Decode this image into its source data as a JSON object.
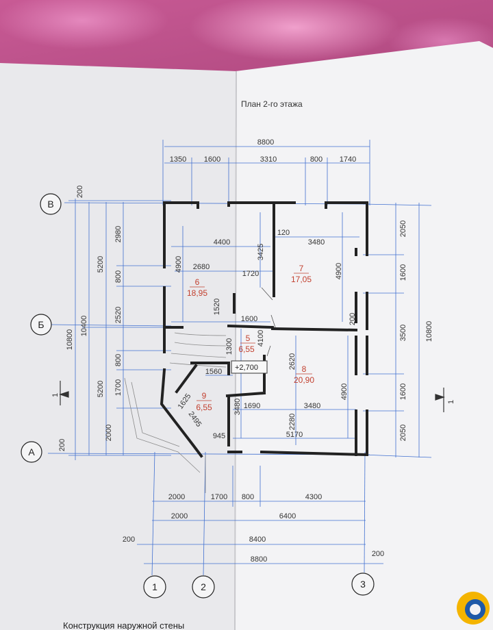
{
  "title": "План 2-го этажа",
  "bottom_caption": "Конструкция наружной стены",
  "axes": {
    "b": "В",
    "bb": "Б",
    "a": "А",
    "n1": "1",
    "n2": "2",
    "n3": "3"
  },
  "section_mark": "1",
  "level_mark": "+2,700",
  "rooms": [
    {
      "num": "6",
      "area": "18,95"
    },
    {
      "num": "7",
      "area": "17,05"
    },
    {
      "num": "5",
      "area": "6,55"
    },
    {
      "num": "8",
      "area": "20,90"
    },
    {
      "num": "9",
      "area": "6,55"
    }
  ],
  "dims_top": {
    "overall": "8800",
    "d1": "1350",
    "d2": "1600",
    "d3": "3310",
    "d4": "800",
    "d5": "1740"
  },
  "dims_bottom": {
    "r1a": "2000",
    "r1b": "1700",
    "r1c": "800",
    "r1d": "4300",
    "r2a": "2000",
    "r2b": "6400",
    "r3a": "200",
    "r3b": "8400",
    "r4": "8800",
    "r4b": "200"
  },
  "dims_left": {
    "overall": "10800",
    "inner": "10400",
    "b1": "5200",
    "b2": "5200",
    "c1": "200",
    "c2": "2980",
    "c3": "800",
    "c4": "2520",
    "c5": "800",
    "c6": "1700",
    "c7": "2000",
    "c8": "200"
  },
  "dims_right": {
    "overall": "10800",
    "a1": "2050",
    "a2": "1600",
    "a3": "3500",
    "a4": "1600",
    "a5": "2050"
  },
  "dims_inner": {
    "i4400": "4400",
    "i120": "120",
    "i3480a": "3480",
    "i3425": "3425",
    "i4900a": "4900",
    "i2680": "2680",
    "i1720": "1720",
    "i4900b": "4900",
    "i1520": "1520",
    "i1600": "1600",
    "i200": "200",
    "i1300": "1300",
    "i4100": "4100",
    "i2620": "2620",
    "i4900c": "4900",
    "i1560": "1560",
    "i1625": "1625",
    "i3480b": "3480",
    "i1690": "1690",
    "i3480c": "3480",
    "i2280": "2280",
    "i2495": "2495",
    "i945": "945",
    "i5170": "5170"
  },
  "colors": {
    "line": "#3f6fd0",
    "wall": "#222222",
    "room_text": "#c2402f",
    "paper": "#f2f2f3"
  }
}
